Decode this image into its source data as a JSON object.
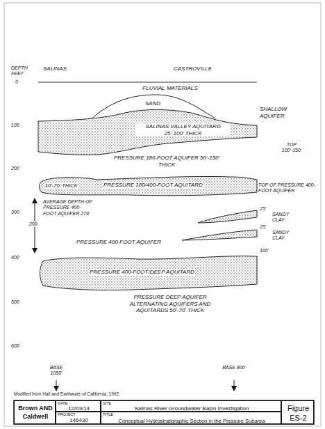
{
  "diagram": {
    "nodes": [
      {
        "text": [
          "SALINAS VALLEY AQUITARD 25'-100' THICK"
        ]
      },
      {
        "text": [
          "10'-70' THICK",
          "PRESSURE 180/400-FOOT AQUITARD"
        ]
      },
      {
        "text": [
          "PRESSURE 400-FOOT/DEEP AQUITARD"
        ]
      },
      {
        "text": [
          "Brown AND Caldwell"
        ]
      },
      {
        "text": [
          "DATE",
          "12/03/14"
        ]
      },
      {
        "text": [
          "PROJECT",
          "146430"
        ]
      },
      {
        "text": [
          "SITE",
          "Salinas River Groundwater Basin Investigation"
        ]
      },
      {
        "text": [
          "TITLE",
          "Conceptual Hydrostratigraphic Section in the Pressure Subarea"
        ]
      },
      {
        "text": [
          "Figure ES-2"
        ]
      }
    ],
    "labels": [
      "DEPTH FEET",
      "0",
      "SALINAS",
      "CASTROVILLE",
      "FLUVIAL MATERIALS",
      "SAND",
      "SHALLOW AQUIFER",
      "100",
      "TOP 100'-150'",
      "PRESSURE 180-FOOT AQUIFER 50'-150' THICK",
      "200",
      "TOP OF PRESSURE 400-FOOT AQUIFER",
      "AVERAGE DEPTH OF PRESSURE 400-FOOT AQUIFER 279'",
      "200",
      "300",
      "25'",
      "SANDY CLAY",
      "PRESSURE 400-FOOT AQUIFER",
      "25'",
      "SANDY CLAY",
      "100'",
      "400",
      "PRESSURE DEEP AQUIFER ALTERNATING AQUIFERS AND AQUITARDS 50'-70' THICK",
      "500",
      "600",
      "BASE 1050'",
      "BASE 800'",
      "Modified from Hall and Earthware of California, 1992."
    ]
  }
}
